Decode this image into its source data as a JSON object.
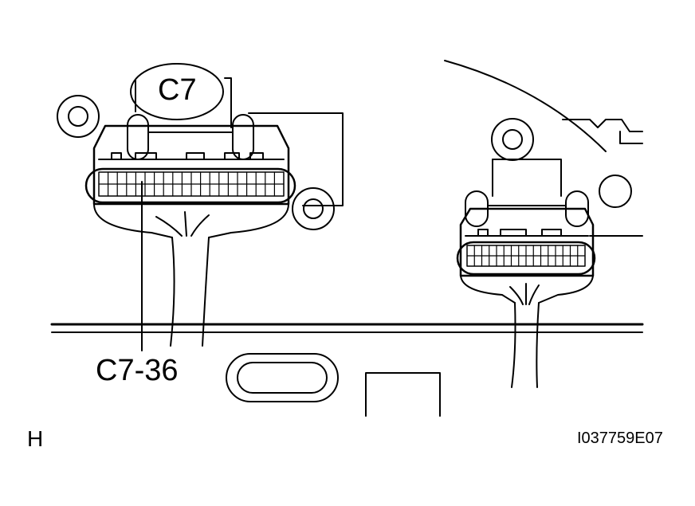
{
  "diagram": {
    "connector_label": "C7",
    "callout_label": "C7-36",
    "corner_letter": "H",
    "figure_id": "I037759E07"
  }
}
